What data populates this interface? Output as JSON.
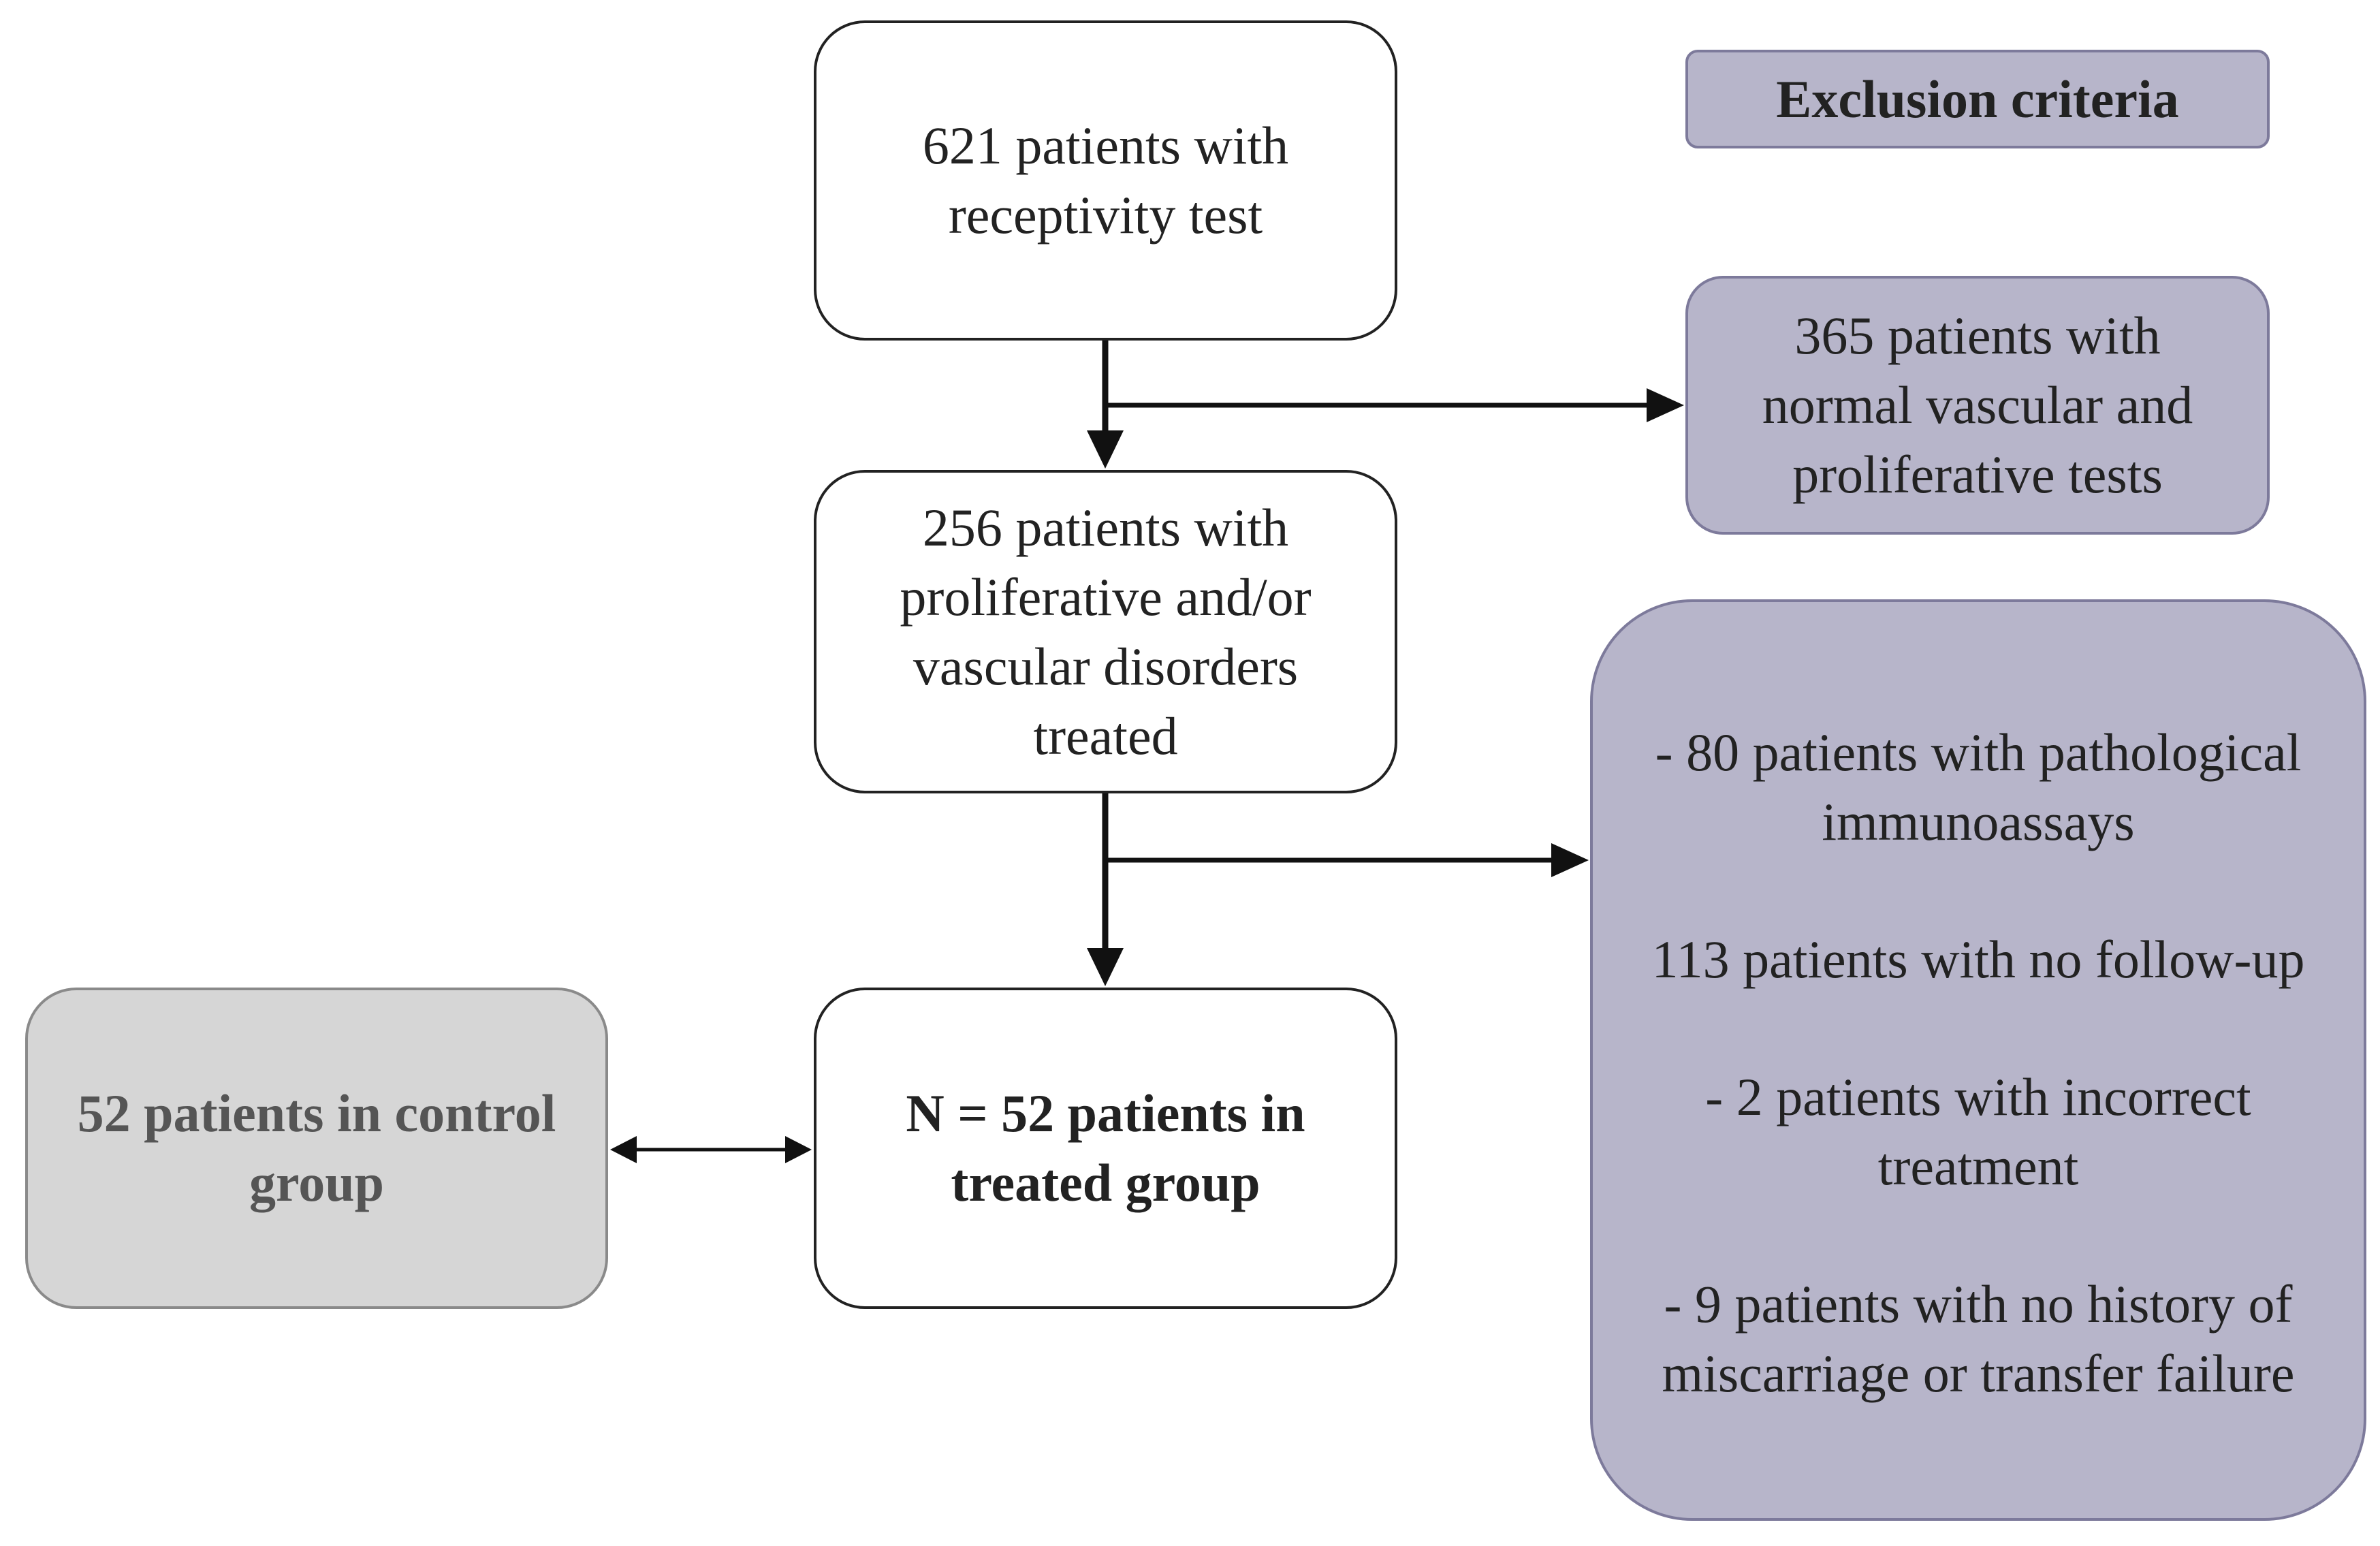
{
  "nodes": {
    "start": {
      "lines": [
        "621 patients with",
        "receptivity test"
      ]
    },
    "treated_disorders": {
      "lines": [
        "256 patients with",
        "proliferative and/or",
        "vascular disorders",
        "treated"
      ]
    },
    "treated_group": {
      "lines": [
        "N = 52 patients in",
        "treated group"
      ]
    },
    "control_group": {
      "lines": [
        "52 patients in control",
        "group"
      ]
    }
  },
  "exclusion": {
    "header": "Exclusion criteria",
    "first": {
      "lines": [
        "365 patients with",
        "normal vascular and",
        "proliferative tests"
      ]
    },
    "second": {
      "items": [
        {
          "lines": [
            "- 80 patients with pathological",
            "immunoassays"
          ]
        },
        {
          "lines": [
            "113 patients with no follow-up"
          ]
        },
        {
          "lines": [
            "- 2 patients with incorrect",
            "treatment"
          ]
        },
        {
          "lines": [
            "- 9 patients with no history of",
            "miscarriage or transfer failure"
          ]
        }
      ]
    }
  },
  "colors": {
    "exclusion_fill": "#b7b5ca",
    "exclusion_border": "#7d7a9b",
    "control_fill": "#d6d6d6",
    "arrow": "#111111"
  }
}
